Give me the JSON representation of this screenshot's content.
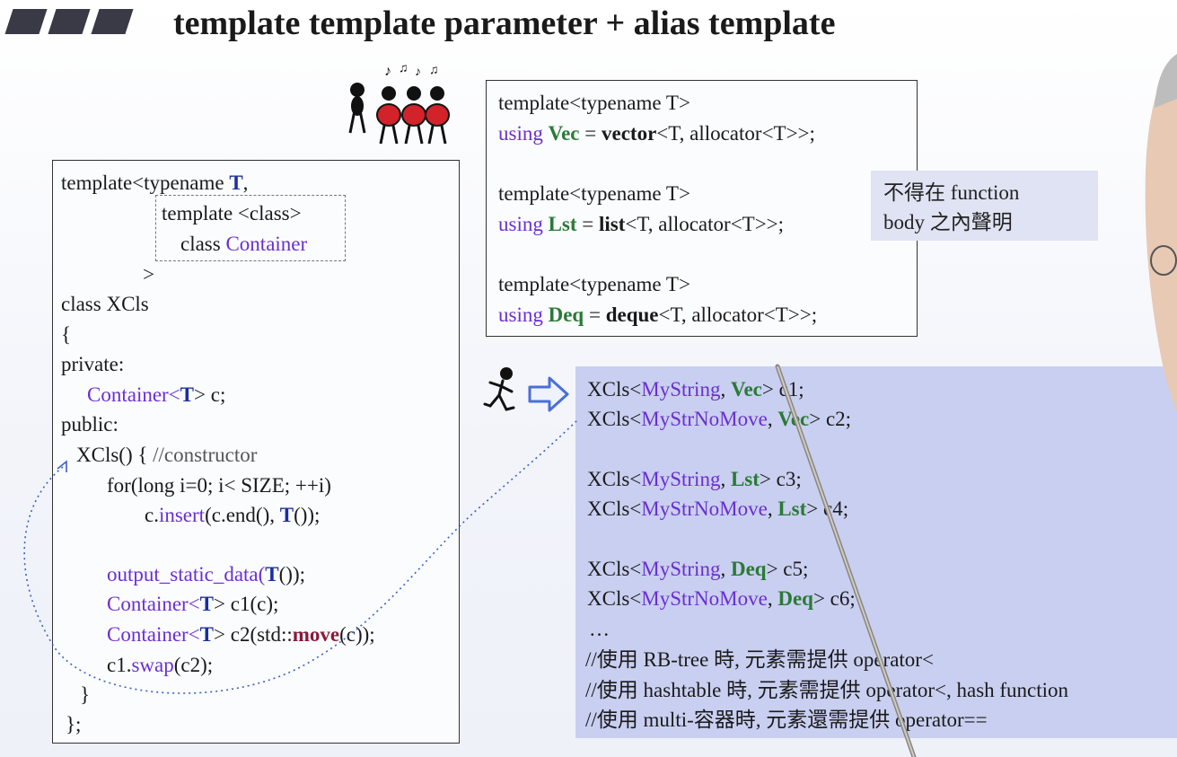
{
  "title": "template template parameter + alias template",
  "left_code": {
    "lines": [
      {
        "id": "l1",
        "parts": [
          "template<typename ",
          "T",
          ","
        ]
      },
      {
        "id": "l2",
        "parts": [
          "template <class>"
        ]
      },
      {
        "id": "l3",
        "parts": [
          "class ",
          "Container"
        ]
      },
      {
        "id": "l4",
        "parts": [
          ">"
        ]
      },
      {
        "id": "l5",
        "parts": [
          "class XCls"
        ]
      },
      {
        "id": "l6",
        "parts": [
          "{"
        ]
      },
      {
        "id": "l7",
        "parts": [
          "private:"
        ]
      },
      {
        "id": "l8",
        "parts": [
          "Container<",
          "T",
          "> c;"
        ]
      },
      {
        "id": "l9",
        "parts": [
          "public:"
        ]
      },
      {
        "id": "l10",
        "parts": [
          "XCls()  { ",
          "//constructor"
        ]
      },
      {
        "id": "l11",
        "parts": [
          "for(long i=0; i< SIZE; ++i)"
        ]
      },
      {
        "id": "l12",
        "parts": [
          "c.",
          "insert",
          "(c.end(), ",
          "T",
          "());"
        ]
      },
      {
        "id": "l13",
        "parts": [
          "output_static_data(",
          "T",
          "());"
        ]
      },
      {
        "id": "l14",
        "parts": [
          "Container<",
          "T",
          "> c1(c);"
        ]
      },
      {
        "id": "l15",
        "parts": [
          "Container<",
          "T",
          "> c2(std::",
          "move",
          "(c));"
        ]
      },
      {
        "id": "l16",
        "parts": [
          "c1.",
          "swap",
          "(c2);"
        ]
      },
      {
        "id": "l17",
        "parts": [
          "}"
        ]
      },
      {
        "id": "l18",
        "parts": [
          "};"
        ]
      }
    ]
  },
  "alias_code": {
    "vec": {
      "l1": "template<typename T>",
      "using": "using ",
      "name": "Vec",
      "eq": " = ",
      "type": "vector",
      "rest": "<T, allocator<T>>;"
    },
    "lst": {
      "l1": "template<typename T>",
      "using": "using ",
      "name": "Lst",
      "eq": " = ",
      "type": "list",
      "rest": "<T, allocator<T>>;"
    },
    "deq": {
      "l1": "template<typename T>",
      "using": "using ",
      "name": "Deq",
      "eq": " = ",
      "type": "deque",
      "rest": "<T, allocator<T>>;"
    }
  },
  "note": {
    "line1": "不得在 function",
    "line2": "body 之內聲明"
  },
  "usage": {
    "rows": [
      {
        "pre": "XCls<",
        "arg1": "MyString",
        "sep": ", ",
        "arg2": "Vec",
        "post": ">  c1;"
      },
      {
        "pre": "XCls<",
        "arg1": "MyStrNoMove",
        "sep": ", ",
        "arg2": "Vec",
        "post": "> c2;"
      },
      {
        "pre": "XCls<",
        "arg1": "MyString",
        "sep": ", ",
        "arg2": "Lst",
        "post": ">  c3;"
      },
      {
        "pre": "XCls<",
        "arg1": "MyStrNoMove",
        "sep": ", ",
        "arg2": "Lst",
        "post": "> c4;"
      },
      {
        "pre": "XCls<",
        "arg1": "MyString",
        "sep": ", ",
        "arg2": "Deq",
        "post": ">  c5;"
      },
      {
        "pre": "XCls<",
        "arg1": "MyStrNoMove",
        "sep": ", ",
        "arg2": "Deq",
        "post": "> c6;"
      }
    ],
    "ellipsis": "…",
    "comments": [
      "//使用 RB-tree 時, 元素需提供 operator<",
      "//使用 hashtable 時, 元素需提供 operator<, hash function",
      "//使用 multi-容器時, 元素還需提供 operator=="
    ]
  },
  "colors": {
    "purple": "#6a2fd1",
    "navy": "#1c2f9e",
    "green": "#2a7a36",
    "maroon": "#8a1a3a",
    "panel": "#c9cff0"
  },
  "icons": [
    "singing-ants-icon",
    "running-figure-icon",
    "right-arrow-icon"
  ]
}
